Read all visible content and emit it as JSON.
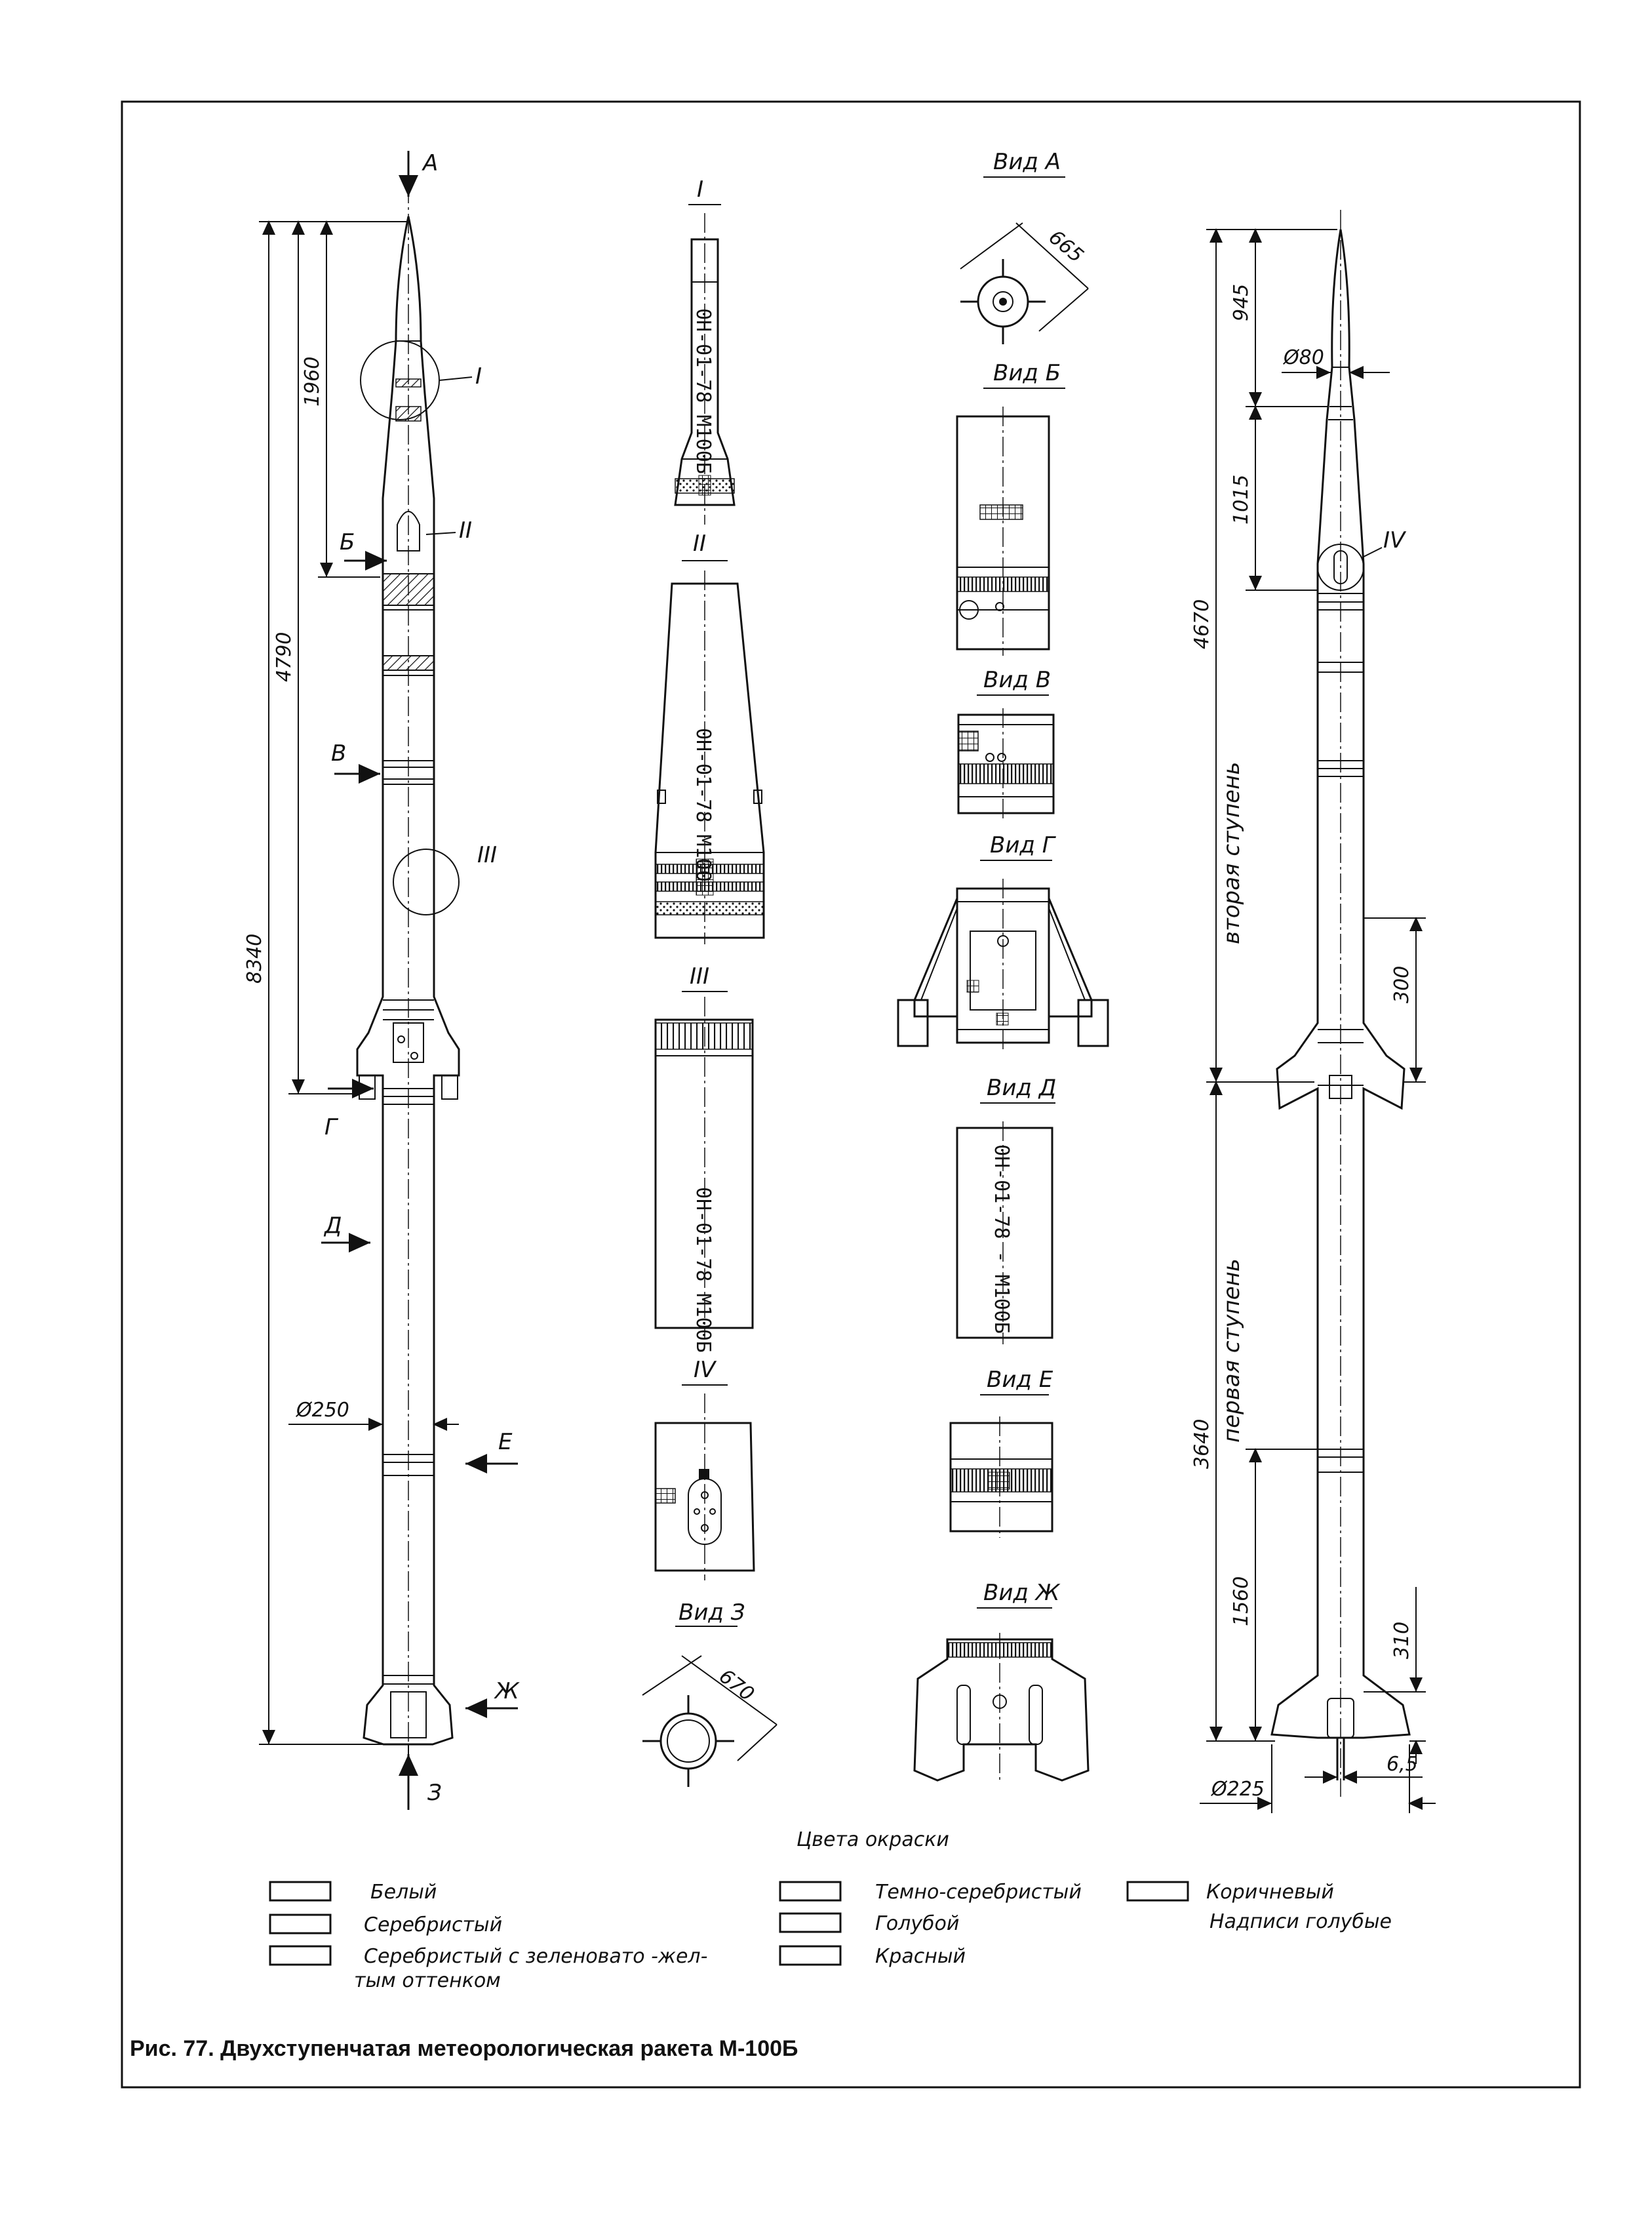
{
  "views": {
    "I": "I",
    "II": "II",
    "III": "III",
    "IV": "IV",
    "A": "Вид А",
    "B": "Вид Б",
    "V": "Вид В",
    "G": "Вид Г",
    "D": "Вид Д",
    "E": "Вид Е",
    "Zh": "Вид Ж",
    "Z": "Вид З"
  },
  "arrows": {
    "A": "А",
    "B": "Б",
    "V": "В",
    "G": "Г",
    "D": "Д",
    "E": "Е",
    "Zh": "Ж",
    "Z": "З"
  },
  "left_dims": {
    "d8340": "8340",
    "d4790": "4790",
    "d1960": "1960",
    "phi250": "Ø250"
  },
  "view_dims": {
    "d665": "665",
    "d670": "670"
  },
  "right_dims": {
    "d945": "945",
    "phi80": "Ø80",
    "d1015": "1015",
    "d4670": "4670",
    "d300": "300",
    "d3640": "3640",
    "d1560": "1560",
    "d310": "310",
    "d6_5": "6,5",
    "phi225": "Ø225"
  },
  "stage_labels": {
    "second": "вторая   ступень",
    "first": "первая   ступень"
  },
  "body_text": {
    "I": "0Н-01-78 М100Б",
    "II": "0Н-01-78 М100",
    "III": "0Н-01-78    М100Б",
    "D": "0Н-01-78 - М100Б"
  },
  "legend": {
    "title": "Цвета  окраски",
    "items": [
      {
        "label": "Белый",
        "pattern": "white"
      },
      {
        "label": "Серебристый",
        "pattern": "dots"
      },
      {
        "label": "Серебристый с зеленовато -жел-",
        "label2": "тым оттенком",
        "pattern": "diag"
      },
      {
        "label": "Темно-серебристый",
        "pattern": "dark-diag"
      },
      {
        "label": "Голубой",
        "pattern": "vlines"
      },
      {
        "label": "Красный",
        "pattern": "vlines-sparse"
      },
      {
        "label": "Коричневый",
        "pattern": "grid"
      }
    ],
    "note": "Надписи голубые"
  },
  "caption": "Рис. 77. Двухступенчатая метеорологическая ракета М-100Б"
}
